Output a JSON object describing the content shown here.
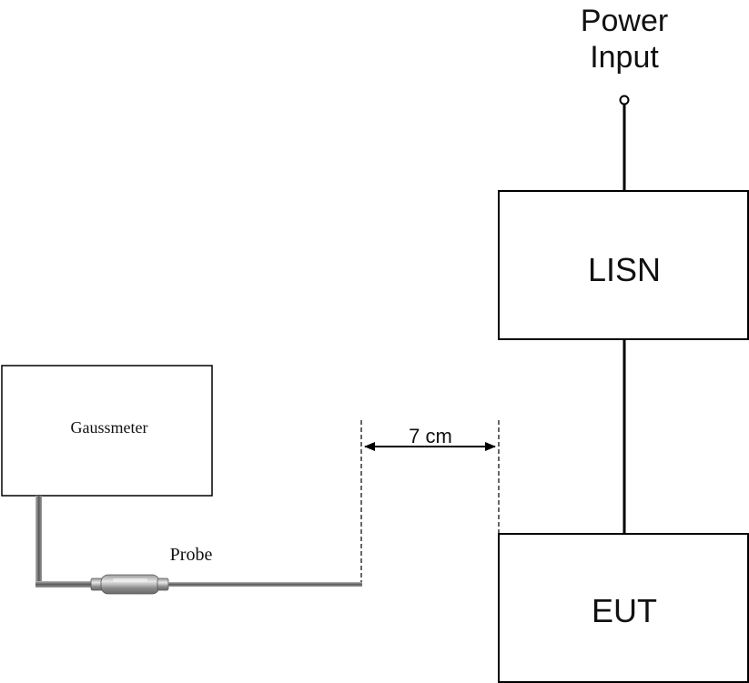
{
  "power_input": {
    "line1": "Power",
    "line2": "Input"
  },
  "lisn": {
    "label": "LISN"
  },
  "eut": {
    "label": "EUT"
  },
  "gaussmeter": {
    "label": "Gaussmeter"
  },
  "probe": {
    "label": "Probe"
  },
  "distance": {
    "label": "7 cm"
  },
  "colors": {
    "stroke": "#000000",
    "cable_dark": "#6e6e6e",
    "cable_light": "#b4b4b4",
    "probe_metal": "#c8c8c8"
  }
}
